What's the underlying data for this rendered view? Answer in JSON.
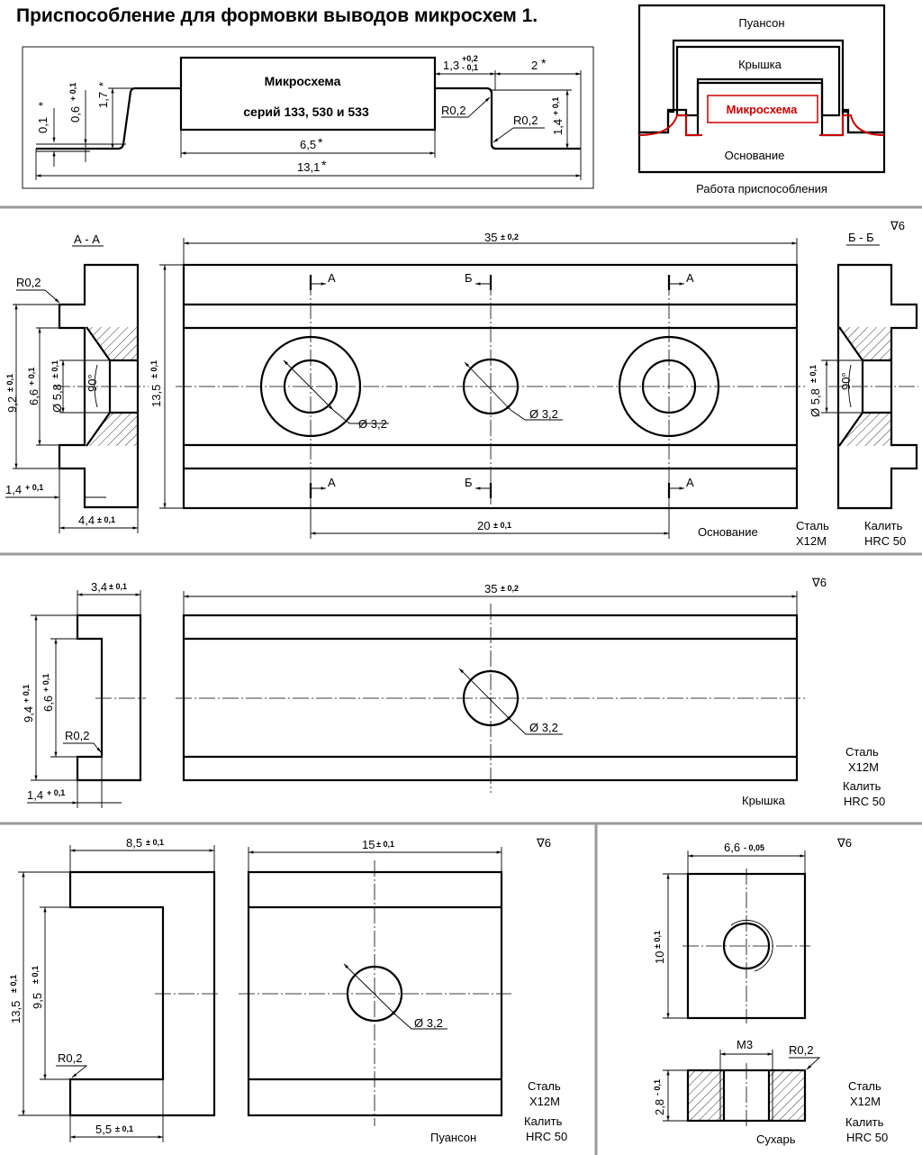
{
  "title": "Приспособление для формовки выводов микросхем 1.",
  "chip": {
    "line1": "Микросхема",
    "line2": "серий  133, 530 и 533",
    "dims": {
      "d01": "0,1",
      "d06": "0,6",
      "d06_tol": "+ 0,1",
      "d17": "1,7",
      "d13": "1,3",
      "d13_tol_up": "+0,2",
      "d13_tol_dn": "- 0,1",
      "d2": "2",
      "r02a": "R0,2",
      "r02b": "R0,2",
      "d14": "1,4",
      "d14_tol": "+ 0,1",
      "d65": "6,5",
      "d131": "13,1",
      "star": "*"
    }
  },
  "scheme": {
    "punch": "Пуансон",
    "cover": "Крышка",
    "chip": "Микросхема",
    "base": "Основание",
    "caption": "Работа  приспособления",
    "chip_color": "#cc0000"
  },
  "base": {
    "section_aa": "А - А",
    "section_bb": "Б - Б",
    "finish": "∇6",
    "r02": "R0,2",
    "d92": "9,2",
    "d66": "6,6",
    "d58": "Ø 5,8",
    "d58b": "Ø 5,8",
    "tol01": "± 0,1",
    "tol01p": "+ 0,1",
    "angle": "90°",
    "angle2": "90°",
    "d14": "1,4",
    "d44": "4,4",
    "d135": "13,5",
    "d35": "35",
    "tol02": "± 0,2",
    "d20": "20",
    "hole1": "Ø 3,2",
    "hole2": "Ø 3,2",
    "cut_a": "А",
    "cut_b": "Б",
    "name": "Основание",
    "material1": "Сталь",
    "material2": "Х12М",
    "heat1": "Калить",
    "heat2": "HRC 50"
  },
  "cover": {
    "finish": "∇6",
    "d34": "3,4",
    "d94": "9,4",
    "d66": "6,6",
    "r02": "R0,2",
    "d14": "1,4",
    "d35": "35",
    "tol01": "± 0,1",
    "tol01p": "+ 0,1",
    "tol02": "± 0,2",
    "hole": "Ø 3,2",
    "name": "Крышка",
    "material1": "Сталь",
    "material2": "Х12М",
    "heat1": "Калить",
    "heat2": "HRC 50"
  },
  "punch": {
    "finish": "∇6",
    "d85": "8,5",
    "d135": "13,5",
    "d95": "9,5",
    "r02": "R0,2",
    "d55": "5,5",
    "d15": "15",
    "tol01": "± 0,1",
    "hole": "Ø 3,2",
    "name": "Пуансон",
    "material1": "Сталь",
    "material2": "Х12М",
    "heat1": "Калить",
    "heat2": "HRC 50"
  },
  "insert": {
    "finish": "∇6",
    "d66": "6,6",
    "tol005": "- 0,05",
    "d10": "10",
    "tol01": "± 0,1",
    "m3": "М3",
    "r02": "R0,2",
    "d28": "2,8",
    "tol01m": "- 0,1",
    "name": "Сухарь",
    "material1": "Сталь",
    "material2": "Х12М",
    "heat1": "Калить",
    "heat2": "HRC 50"
  }
}
